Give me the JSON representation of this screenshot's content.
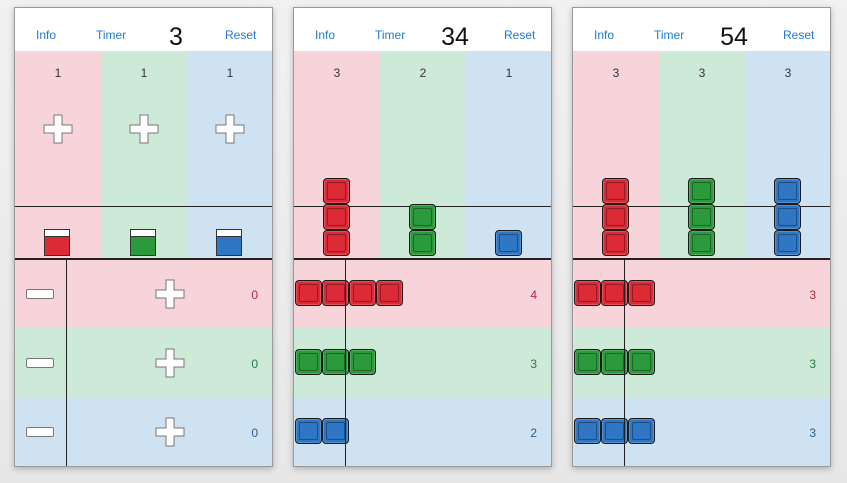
{
  "panels": [
    {
      "nav": {
        "info": "Info",
        "timer": "Timer",
        "reset": "Reset"
      },
      "counter": "3",
      "columns": [
        "1",
        "1",
        "1"
      ],
      "rows": [
        "0",
        "0",
        "0"
      ],
      "column_stacks": [
        1,
        1,
        1
      ],
      "row_stacks": [
        0,
        0,
        0
      ],
      "mode": "buttons"
    },
    {
      "nav": {
        "info": "Info",
        "timer": "Timer",
        "reset": "Reset"
      },
      "counter": "34",
      "columns": [
        "3",
        "2",
        "1"
      ],
      "rows": [
        "4",
        "3",
        "2"
      ],
      "column_stacks": [
        3,
        2,
        1
      ],
      "row_stacks": [
        4,
        3,
        2
      ],
      "mode": "blocks"
    },
    {
      "nav": {
        "info": "Info",
        "timer": "Timer",
        "reset": "Reset"
      },
      "counter": "54",
      "columns": [
        "3",
        "3",
        "3"
      ],
      "rows": [
        "3",
        "3",
        "3"
      ],
      "column_stacks": [
        3,
        3,
        3
      ],
      "row_stacks": [
        3,
        3,
        3
      ],
      "mode": "blocks"
    }
  ],
  "colors": {
    "red": "#dc2b36",
    "green": "#2b9a3c",
    "blue": "#2f77c4",
    "link": "#1f7ad6"
  },
  "icons": {
    "add": "plus-icon",
    "remove": "minus-icon",
    "block": "block-icon",
    "cup": "cup-icon"
  }
}
